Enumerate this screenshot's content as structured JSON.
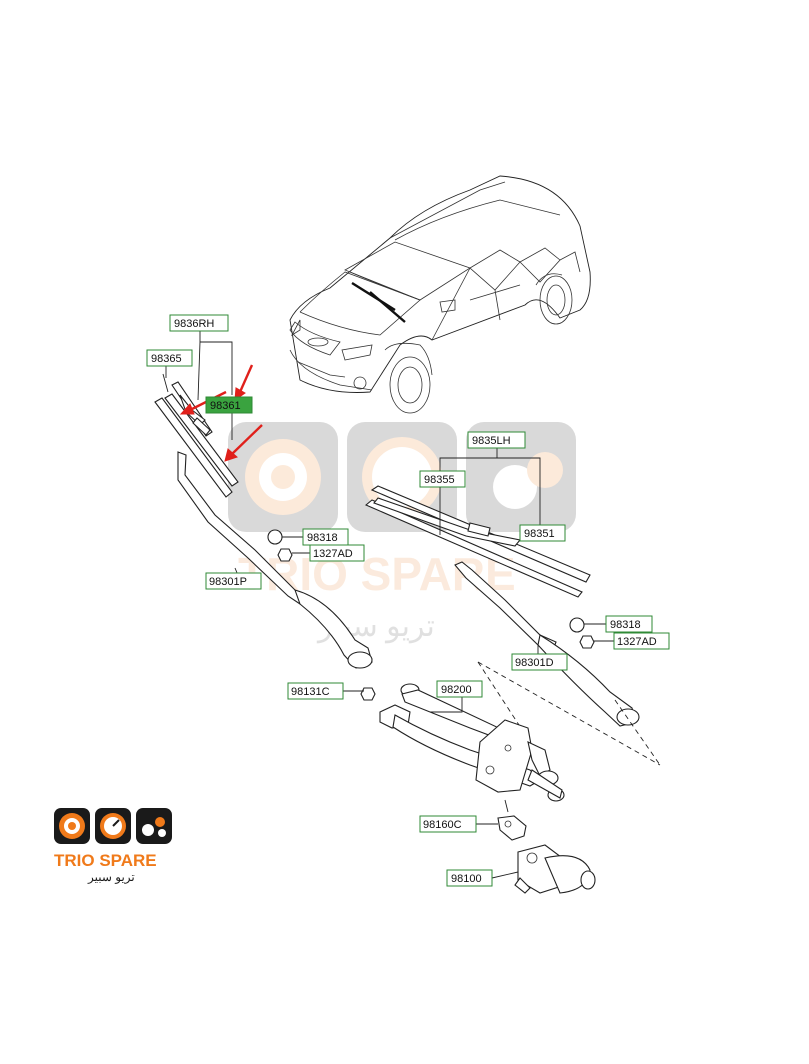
{
  "labels": {
    "rh_assembly": "9836RH",
    "rh_refill": "98365",
    "rh_blade_highlight": "98361",
    "lh_assembly": "9835LH",
    "lh_blade": "98355",
    "lh_refill": "98351",
    "cap_upper": "98318",
    "nut_upper": "1327AD",
    "arm_passenger": "98301P",
    "cap_lower": "98318",
    "nut_lower": "1327AD",
    "arm_driver": "98301D",
    "pivot_cap": "98131C",
    "linkage": "98200",
    "crank": "98160C",
    "motor": "98100"
  },
  "watermark": {
    "name": "TRIO SPARE",
    "arabic": "تريو سبير"
  },
  "logo": {
    "name": "TRIO SPARE",
    "arabic": "تريو سبير",
    "accent": "#f07a1a",
    "dark": "#1a1a1a"
  },
  "colors": {
    "label_border": "#2f8a36",
    "highlight_fill": "#3aa33f",
    "arrow": "#e0201b"
  }
}
